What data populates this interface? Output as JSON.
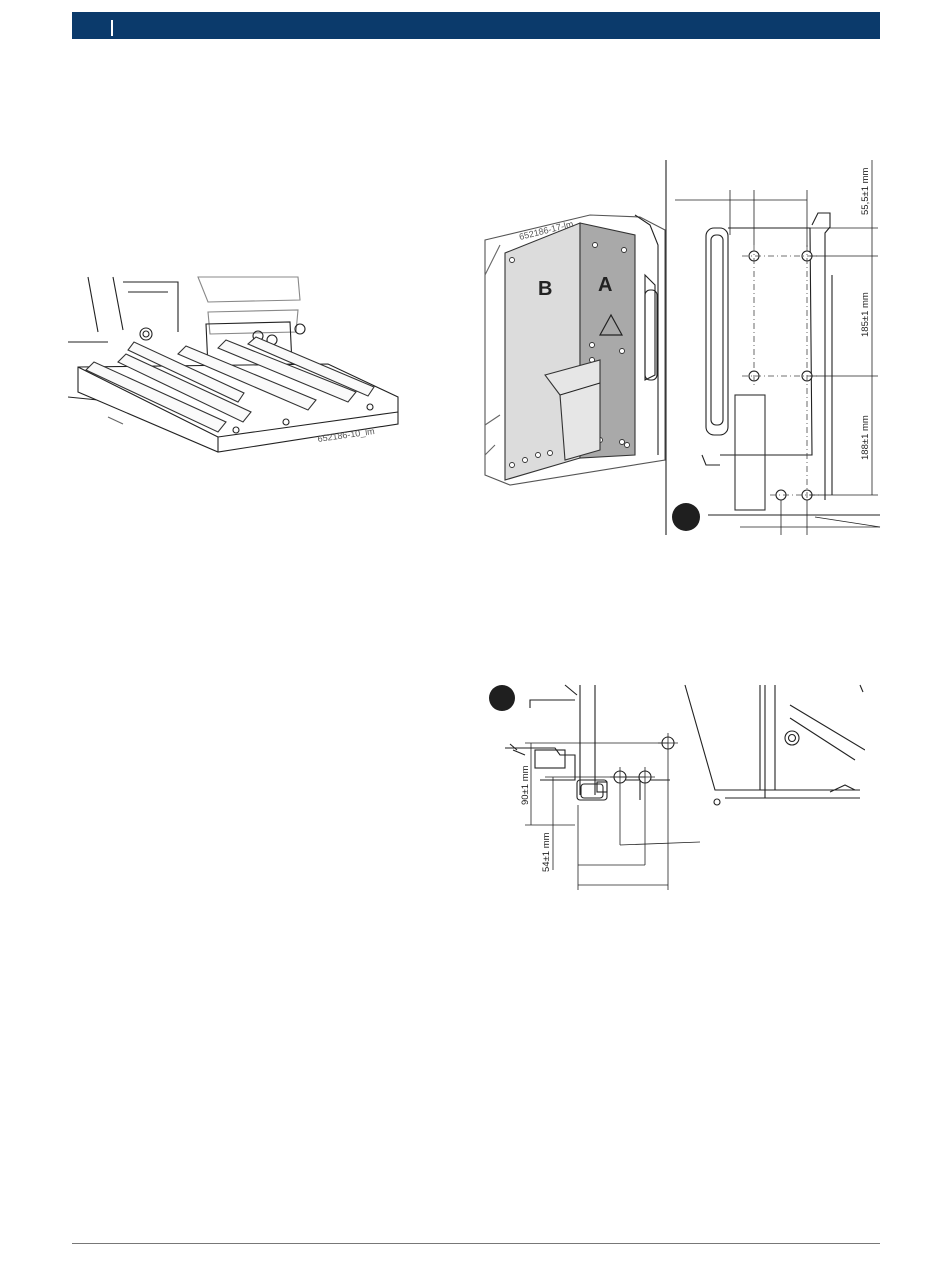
{
  "figure_roller_table": {
    "image_code": "652186-10_lm"
  },
  "figure_bracket": {
    "image_code": "652186-17-lm",
    "plate_b_label": "B",
    "plate_a_label": "A",
    "dim_top": "55,5±1 mm",
    "dim_middle": "185±1 mm",
    "dim_bottom": "188±1 mm"
  },
  "figure_detail": {
    "dim_height_1": "90±1 mm",
    "dim_height_2": "54±1 mm"
  },
  "colors": {
    "header": "#0b3a6b",
    "plate_light": "#dcdcdc",
    "plate_dark": "#a9a9a9",
    "badge": "#1f1f1f"
  }
}
